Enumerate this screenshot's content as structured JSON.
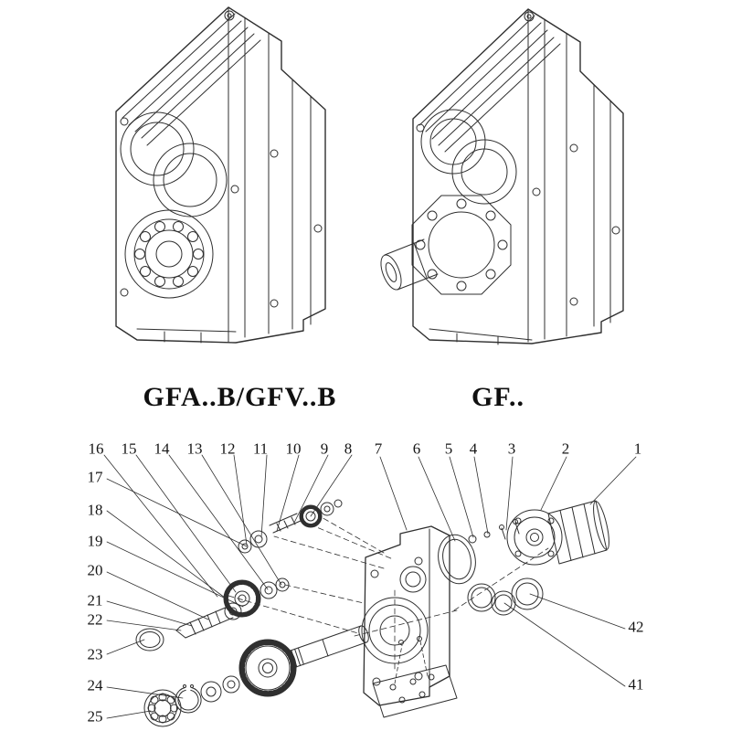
{
  "titles": {
    "left": "GFA..B/GFV..B",
    "right": "GF.."
  },
  "callouts": {
    "top": [
      "16",
      "15",
      "14",
      "13",
      "12",
      "11",
      "10",
      "9",
      "8",
      "7",
      "6",
      "5",
      "4",
      "3",
      "2",
      "1"
    ],
    "left": [
      "17",
      "18",
      "19",
      "20",
      "21",
      "22",
      "23",
      "24",
      "25"
    ],
    "right": [
      "42",
      "41"
    ]
  },
  "colors": {
    "ink": "#2f2f2f",
    "background": "#ffffff"
  }
}
